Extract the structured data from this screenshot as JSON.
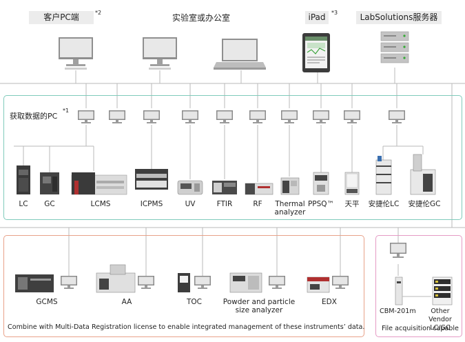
{
  "top": {
    "client_pc": "客户PC端",
    "client_pc_note": "*2",
    "lab_office": "实验室或办公室",
    "ipad": "iPad",
    "ipad_note": "*3",
    "server": "LabSolutions服务器"
  },
  "acq_pc": {
    "label": "获取数据的PC",
    "note": "*1"
  },
  "instruments": [
    "LC",
    "GC",
    "LCMS",
    "ICPMS",
    "UV",
    "FTIR",
    "RF",
    "Thermal analyzer",
    "PPSQ™",
    "天平",
    "安捷伦LC",
    "安捷伦GC"
  ],
  "multi": {
    "items": [
      "GCMS",
      "AA",
      "TOC",
      "Powder and particle size analyzer",
      "EDX"
    ],
    "footer": "Combine with Multi-Data Registration license to enable integrated management of these instruments’ data."
  },
  "file": {
    "cbm": "CBM-201m",
    "other": "Other Vendor LC/GC",
    "footer": "File acquisition capable"
  },
  "colors": {
    "teal": "#7fcabb",
    "salmon": "#e8a189",
    "pink": "#e59ac4",
    "line": "#b9b9b9"
  }
}
